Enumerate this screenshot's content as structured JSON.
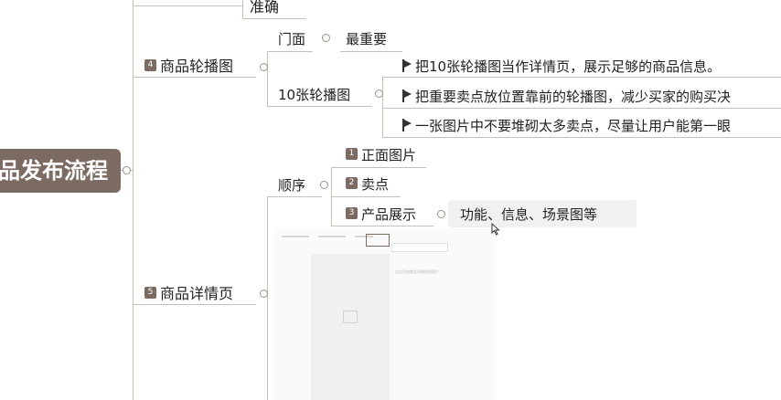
{
  "root": {
    "label": "品发布流程"
  },
  "top_fragment": {
    "label": "准确"
  },
  "branch_carousel": {
    "badge": "4",
    "label": "商品轮播图",
    "children": [
      {
        "label": "门面",
        "sub": "最重要"
      },
      {
        "label": "10张轮播图",
        "notes": [
          "把10张轮播图当作详情页，展示足够的商品信息。",
          "把重要卖点放位置靠前的轮播图，减少买家的购买决",
          "一张图片中不要堆砌太多卖点，尽量让用户能第一眼"
        ]
      }
    ]
  },
  "branch_detail": {
    "badge": "5",
    "label": "商品详情页",
    "order": {
      "label": "顺序",
      "items": [
        {
          "badge": "1",
          "label": "正面图片"
        },
        {
          "badge": "2",
          "label": "卖点"
        },
        {
          "badge": "3",
          "label": "产品展示",
          "sub": "功能、信息、场景图等"
        }
      ]
    },
    "thumbnail_caption": "点击添加商品详情描述图片"
  },
  "colors": {
    "root_bg": "#7b6b62",
    "line": "#c9c0b8",
    "badge_bg": "#7b6b62"
  }
}
